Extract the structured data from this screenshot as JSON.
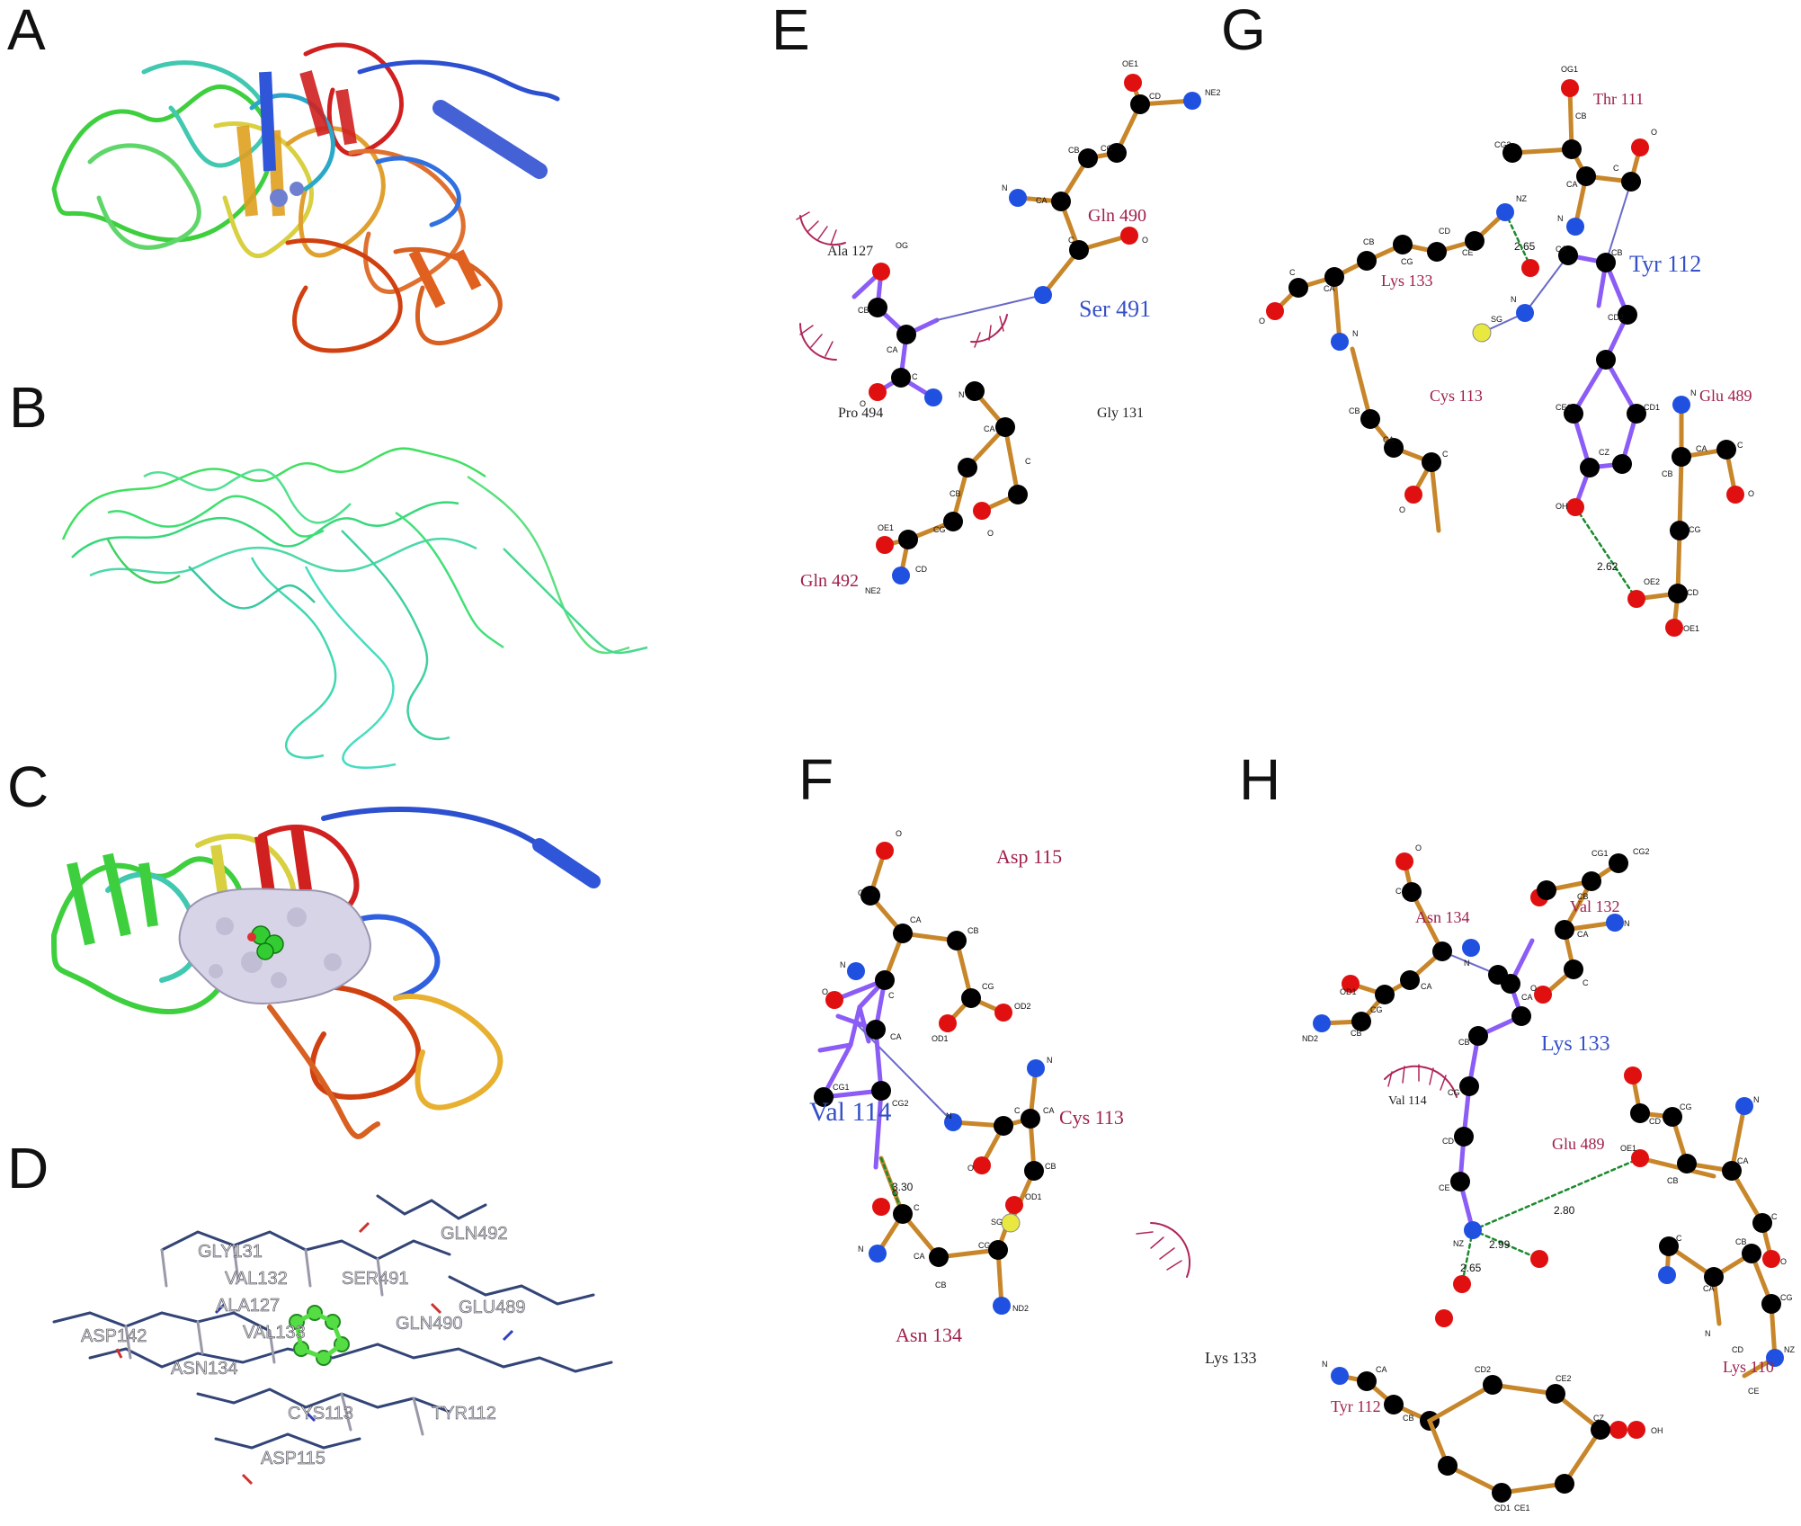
{
  "panels": {
    "A": "A",
    "B": "B",
    "C": "C",
    "D": "D",
    "E": "E",
    "F": "F",
    "G": "G",
    "H": "H"
  },
  "colors": {
    "ligand_bond": "#8B5CF6",
    "residue_bond": "#C8862A",
    "hbond": "#1B8A2E",
    "hydrophobic_arc": "#B0245A",
    "res_label_red": "#A0204A",
    "res_label_blue": "#3550C8",
    "carbon": "#000000",
    "oxygen": "#E01010",
    "nitrogen": "#2050E0",
    "sulfur": "#E8E840"
  },
  "panel_D_labels": [
    "GLY131",
    "GLN492",
    "VAL132",
    "SER491",
    "ALA127",
    "GLU489",
    "GLN490",
    "ASP142",
    "VAL133",
    "ASN134",
    "CYS113",
    "TYR112",
    "ASP115"
  ],
  "panel_E": {
    "residues": [
      "Gln 490",
      "Ser 491",
      "Gln 492",
      "Ala 127",
      "Pro 494",
      "Gly 131"
    ],
    "atoms": [
      "OE1",
      "NE2",
      "CD",
      "CG",
      "CB",
      "CA",
      "N",
      "C",
      "O",
      "OG",
      "CB",
      "CA",
      "C",
      "O",
      "N",
      "CA",
      "C",
      "O",
      "CB",
      "CG",
      "CD",
      "OE1",
      "NE2"
    ]
  },
  "panel_F": {
    "residues": [
      "Asp 115",
      "Val 114",
      "Cys 113",
      "Asn 134",
      "Lys 133"
    ],
    "distances": [
      "3.30"
    ],
    "atoms": [
      "O",
      "C",
      "CA",
      "CB",
      "CG",
      "OD1",
      "OD2",
      "N",
      "C",
      "O",
      "CA",
      "CG1",
      "CG2",
      "N",
      "C",
      "O",
      "CA",
      "CB",
      "SG",
      "N",
      "O",
      "C",
      "CA",
      "N",
      "CB",
      "CG",
      "OD1",
      "ND2"
    ]
  },
  "panel_G": {
    "residues": [
      "Thr 111",
      "Tyr 112",
      "Lys 133",
      "Cys 113",
      "Glu 489"
    ],
    "distances": [
      "2.65",
      "2.62"
    ],
    "atoms": [
      "OG1",
      "CB",
      "CG2",
      "CA",
      "C",
      "O",
      "N",
      "NZ",
      "CE",
      "CD",
      "CG",
      "CB",
      "CA",
      "C",
      "O",
      "N",
      "SG",
      "CB",
      "CA",
      "C",
      "O",
      "N",
      "CA",
      "CB",
      "CD2",
      "CD1",
      "CE1",
      "CZ",
      "OH",
      "N",
      "CA",
      "C",
      "O",
      "CB",
      "CG",
      "CD",
      "OE1",
      "OE2"
    ]
  },
  "panel_H": {
    "residues": [
      "Asn 134",
      "Val 132",
      "Lys 133",
      "Val 114",
      "Glu 489",
      "Lys 110",
      "Tyr 112"
    ],
    "distances": [
      "2.80",
      "2.99",
      "2.65"
    ],
    "atoms": [
      "OD1",
      "ND2",
      "CG",
      "CB",
      "CA",
      "C",
      "O",
      "N",
      "CG1",
      "CG2",
      "CB",
      "CA",
      "N",
      "C",
      "O",
      "CA",
      "CB",
      "CG",
      "CD",
      "CE",
      "NZ",
      "OE1",
      "CD",
      "CG",
      "CB",
      "CA",
      "N",
      "C",
      "O",
      "C",
      "CA",
      "N",
      "CB",
      "CG",
      "CD",
      "CE",
      "NZ",
      "N",
      "CA",
      "CB",
      "CD2",
      "CE2",
      "CZ",
      "OH",
      "CD1",
      "CE1"
    ]
  }
}
